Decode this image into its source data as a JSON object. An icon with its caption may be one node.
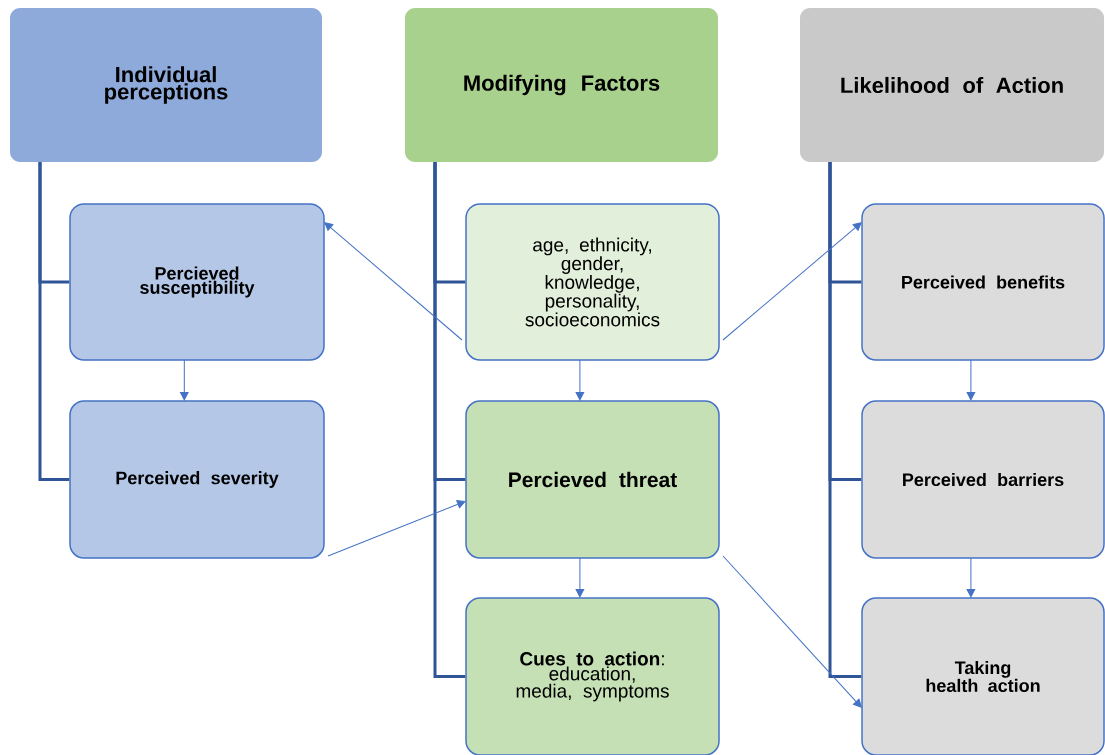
{
  "diagram": {
    "nodes": [
      {
        "text": [
          "Individual perceptions"
        ]
      },
      {
        "text": [
          "Modifying Factors"
        ]
      },
      {
        "text": [
          "Likelihood of Action"
        ]
      },
      {
        "text": [
          "Percieved susceptibility"
        ]
      },
      {
        "text": [
          "Perceived severity"
        ]
      },
      {
        "text": [
          "age, ethnicity, gender, knowledge, personality, socioeconomics"
        ]
      },
      {
        "text": [
          "Percieved threat"
        ]
      },
      {
        "text": [
          "**Cues to action**: education, media, symptoms"
        ]
      },
      {
        "text": [
          "Perceived benefits"
        ]
      },
      {
        "text": [
          "Perceived barriers"
        ]
      },
      {
        "text": [
          "Taking health action"
        ]
      }
    ],
    "edges": [
      {
        "from": 0,
        "to": 3,
        "arrow": "none",
        "style": "thick"
      },
      {
        "from": 0,
        "to": 4,
        "arrow": "none",
        "style": "thick"
      },
      {
        "from": 1,
        "to": 5,
        "arrow": "none",
        "style": "thick"
      },
      {
        "from": 1,
        "to": 6,
        "arrow": "none",
        "style": "thick"
      },
      {
        "from": 1,
        "to": 7,
        "arrow": "none",
        "style": "thick"
      },
      {
        "from": 2,
        "to": 8,
        "arrow": "none",
        "style": "thick"
      },
      {
        "from": 2,
        "to": 9,
        "arrow": "none",
        "style": "thick"
      },
      {
        "from": 2,
        "to": 10,
        "arrow": "none",
        "style": "thick"
      },
      {
        "from": 3,
        "to": 4,
        "arrow": "to"
      },
      {
        "from": 5,
        "to": 3,
        "arrow": "to"
      },
      {
        "from": 5,
        "to": 6,
        "arrow": "to"
      },
      {
        "from": 5,
        "to": 8,
        "arrow": "to"
      },
      {
        "from": 4,
        "to": 6,
        "arrow": "to"
      },
      {
        "from": 6,
        "to": 7,
        "arrow": "to"
      },
      {
        "from": 6,
        "to": 10,
        "arrow": "to"
      },
      {
        "from": 8,
        "to": 9,
        "arrow": "to"
      },
      {
        "from": 9,
        "to": 10,
        "arrow": "to"
      }
    ]
  }
}
